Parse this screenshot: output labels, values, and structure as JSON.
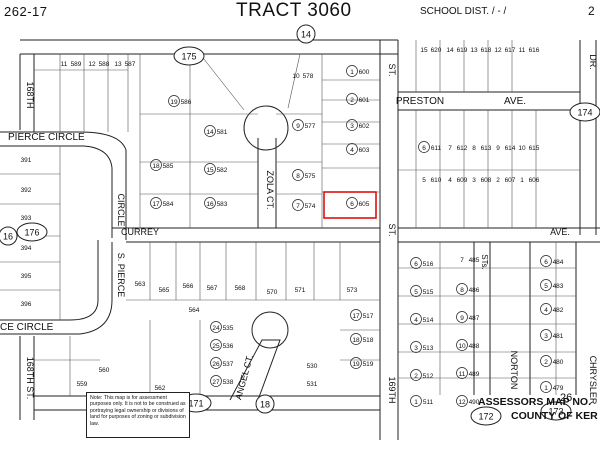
{
  "header": {
    "map_ref": "262-17",
    "tract_title": "TRACT 3060",
    "school_dist": "SCHOOL DIST. / - /",
    "edge_number": "2"
  },
  "footer": {
    "note": "Note: This map is for assessment purposes only. It is not to be construed as portraying legal ownership or divisions of land for purposes of zoning or subdivision law.",
    "assessor_title": "ASSESSORS MAP NO.",
    "assessor_num": "26",
    "county": "COUNTY OF KER"
  },
  "streets": [
    {
      "text": "168TH",
      "rot": 90
    },
    {
      "text": "ST.",
      "rot": 90
    },
    {
      "text": "PIERCE CIRCLE",
      "rot": 0
    },
    {
      "text": "S. PIERCE",
      "rot": 90
    },
    {
      "text": "CIRCLE",
      "rot": 90
    },
    {
      "text": "CURREY",
      "rot": 0
    },
    {
      "text": "ZOLA CT.",
      "rot": 90
    },
    {
      "text": "ST.",
      "rot": 90
    },
    {
      "text": "PRESTON",
      "rot": 0
    },
    {
      "text": "AVE.",
      "rot": 0
    },
    {
      "text": "DR.",
      "rot": 90
    },
    {
      "text": "AVE.",
      "rot": 0
    },
    {
      "text": "CE CIRCLE",
      "rot": 0
    },
    {
      "text": "168TH ST.",
      "rot": 90
    },
    {
      "text": "ANGEL CT.",
      "rot": -75
    },
    {
      "text": "169TH",
      "rot": 90
    },
    {
      "text": "NORTON",
      "rot": 90
    },
    {
      "text": "STs.",
      "rot": 90
    },
    {
      "text": "CHRYSLER",
      "rot": 90
    }
  ],
  "circles": [
    {
      "num": "175",
      "kind": "oval"
    },
    {
      "num": "14",
      "kind": "circle"
    },
    {
      "num": "176",
      "kind": "oval"
    },
    {
      "num": "174",
      "kind": "oval"
    },
    {
      "num": "171",
      "kind": "oval"
    },
    {
      "num": "18",
      "kind": "circle"
    },
    {
      "num": "172",
      "kind": "oval"
    },
    {
      "num": "173",
      "kind": "oval"
    },
    {
      "num": "16",
      "kind": "circle"
    }
  ],
  "parcels": [
    {
      "lot": "11",
      "apn": "589",
      "lot_circled": false
    },
    {
      "lot": "12",
      "apn": "588",
      "lot_circled": false
    },
    {
      "lot": "13",
      "apn": "587",
      "lot_circled": false
    },
    {
      "lot": "19",
      "apn": "586",
      "lot_circled": true
    },
    {
      "lot": "18",
      "apn": "585",
      "lot_circled": true
    },
    {
      "lot": "17",
      "apn": "584",
      "lot_circled": true
    },
    {
      "lot": "14",
      "apn": "581",
      "lot_circled": true
    },
    {
      "lot": "15",
      "apn": "582",
      "lot_circled": true
    },
    {
      "lot": "16",
      "apn": "583",
      "lot_circled": true
    },
    {
      "lot": "10",
      "apn": "578",
      "lot_circled": false
    },
    {
      "lot": "9",
      "apn": "577",
      "lot_circled": true
    },
    {
      "lot": "8",
      "apn": "575",
      "lot_circled": true
    },
    {
      "lot": "7",
      "apn": "574",
      "lot_circled": true
    },
    {
      "lot": "1",
      "apn": "600",
      "lot_circled": true
    },
    {
      "lot": "2",
      "apn": "601",
      "lot_circled": true
    },
    {
      "lot": "3",
      "apn": "602",
      "lot_circled": true
    },
    {
      "lot": "4",
      "apn": "603",
      "lot_circled": true
    },
    {
      "lot": "6",
      "apn": "605",
      "lot_circled": true
    },
    {
      "lot": "",
      "apn": "391",
      "lot_circled": false
    },
    {
      "lot": "",
      "apn": "392",
      "lot_circled": false
    },
    {
      "lot": "",
      "apn": "393",
      "lot_circled": false
    },
    {
      "lot": "",
      "apn": "394",
      "lot_circled": false
    },
    {
      "lot": "",
      "apn": "395",
      "lot_circled": false
    },
    {
      "lot": "",
      "apn": "396",
      "lot_circled": false
    },
    {
      "lot": "15",
      "apn": "620",
      "lot_circled": false
    },
    {
      "lot": "14",
      "apn": "619",
      "lot_circled": false
    },
    {
      "lot": "13",
      "apn": "618",
      "lot_circled": false
    },
    {
      "lot": "12",
      "apn": "617",
      "lot_circled": false
    },
    {
      "lot": "11",
      "apn": "616",
      "lot_circled": false
    },
    {
      "lot": "6",
      "apn": "611",
      "lot_circled": true
    },
    {
      "lot": "7",
      "apn": "612",
      "lot_circled": false
    },
    {
      "lot": "8",
      "apn": "613",
      "lot_circled": false
    },
    {
      "lot": "9",
      "apn": "614",
      "lot_circled": false
    },
    {
      "lot": "10",
      "apn": "615",
      "lot_circled": false
    },
    {
      "lot": "5",
      "apn": "610",
      "lot_circled": false
    },
    {
      "lot": "4",
      "apn": "609",
      "lot_circled": false
    },
    {
      "lot": "3",
      "apn": "608",
      "lot_circled": false
    },
    {
      "lot": "2",
      "apn": "607",
      "lot_circled": false
    },
    {
      "lot": "1",
      "apn": "606",
      "lot_circled": false
    },
    {
      "lot": "6",
      "apn": "516",
      "lot_circled": true
    },
    {
      "lot": "5",
      "apn": "515",
      "lot_circled": true
    },
    {
      "lot": "4",
      "apn": "514",
      "lot_circled": true
    },
    {
      "lot": "3",
      "apn": "513",
      "lot_circled": true
    },
    {
      "lot": "2",
      "apn": "512",
      "lot_circled": true
    },
    {
      "lot": "1",
      "apn": "511",
      "lot_circled": true
    },
    {
      "lot": "7",
      "apn": "485",
      "lot_circled": false
    },
    {
      "lot": "8",
      "apn": "486",
      "lot_circled": true
    },
    {
      "lot": "9",
      "apn": "487",
      "lot_circled": true
    },
    {
      "lot": "10",
      "apn": "488",
      "lot_circled": true
    },
    {
      "lot": "11",
      "apn": "489",
      "lot_circled": true
    },
    {
      "lot": "12",
      "apn": "490",
      "lot_circled": true
    },
    {
      "lot": "6",
      "apn": "484",
      "lot_circled": true
    },
    {
      "lot": "5",
      "apn": "483",
      "lot_circled": true
    },
    {
      "lot": "4",
      "apn": "482",
      "lot_circled": true
    },
    {
      "lot": "3",
      "apn": "481",
      "lot_circled": true
    },
    {
      "lot": "2",
      "apn": "480",
      "lot_circled": true
    },
    {
      "lot": "1",
      "apn": "479",
      "lot_circled": true
    },
    {
      "lot": "",
      "apn": "563",
      "lot_circled": false
    },
    {
      "lot": "",
      "apn": "565",
      "lot_circled": false
    },
    {
      "lot": "",
      "apn": "566",
      "lot_circled": false
    },
    {
      "lot": "",
      "apn": "567",
      "lot_circled": false
    },
    {
      "lot": "",
      "apn": "568",
      "lot_circled": false
    },
    {
      "lot": "",
      "apn": "570",
      "lot_circled": false
    },
    {
      "lot": "",
      "apn": "571",
      "lot_circled": false
    },
    {
      "lot": "",
      "apn": "564",
      "lot_circled": false
    },
    {
      "lot": "",
      "apn": "562",
      "lot_circled": false
    },
    {
      "lot": "",
      "apn": "559",
      "lot_circled": false
    },
    {
      "lot": "",
      "apn": "560",
      "lot_circled": false
    },
    {
      "lot": "24",
      "apn": "535",
      "lot_circled": true
    },
    {
      "lot": "25",
      "apn": "536",
      "lot_circled": true
    },
    {
      "lot": "26",
      "apn": "537",
      "lot_circled": true
    },
    {
      "lot": "27",
      "apn": "538",
      "lot_circled": true
    },
    {
      "lot": "17",
      "apn": "517",
      "lot_circled": true
    },
    {
      "lot": "18",
      "apn": "518",
      "lot_circled": true
    },
    {
      "lot": "19",
      "apn": "519",
      "lot_circled": true
    },
    {
      "lot": "",
      "apn": "530",
      "lot_circled": false
    },
    {
      "lot": "",
      "apn": "531",
      "lot_circled": false
    },
    {
      "lot": "",
      "apn": "573",
      "lot_circled": false
    }
  ]
}
